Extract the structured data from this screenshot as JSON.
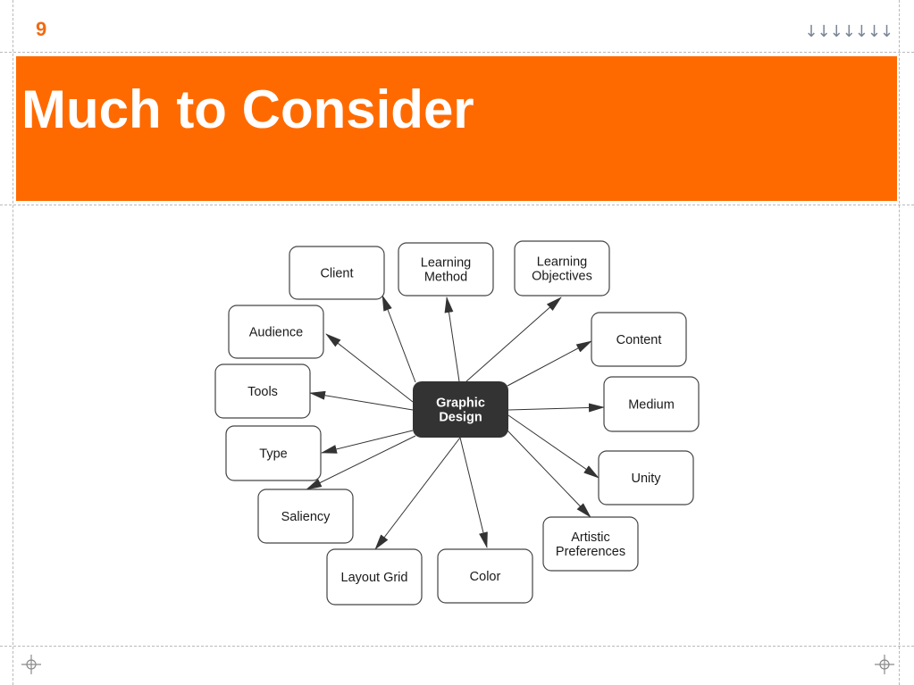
{
  "slide": {
    "number": "9",
    "nav_arrows": "↓↓↓↓↓↓↓",
    "title": "Much to Consider"
  },
  "diagram": {
    "center": {
      "lines": [
        "Graphic",
        "Design"
      ]
    },
    "nodes": [
      {
        "id": "client",
        "lines": [
          "Client"
        ]
      },
      {
        "id": "learning-method",
        "lines": [
          "Learning",
          "Method"
        ]
      },
      {
        "id": "learning-objectives",
        "lines": [
          "Learning",
          "Objectives"
        ]
      },
      {
        "id": "audience",
        "lines": [
          "Audience"
        ]
      },
      {
        "id": "content",
        "lines": [
          "Content"
        ]
      },
      {
        "id": "tools",
        "lines": [
          "Tools"
        ]
      },
      {
        "id": "medium",
        "lines": [
          "Medium"
        ]
      },
      {
        "id": "type",
        "lines": [
          "Type"
        ]
      },
      {
        "id": "unity",
        "lines": [
          "Unity"
        ]
      },
      {
        "id": "saliency",
        "lines": [
          "Saliency"
        ]
      },
      {
        "id": "artistic-preferences",
        "lines": [
          "Artistic",
          "Preferences"
        ]
      },
      {
        "id": "layout-grid",
        "lines": [
          "Layout Grid"
        ]
      },
      {
        "id": "color",
        "lines": [
          "Color"
        ]
      }
    ],
    "colors": {
      "center_fill": "#333333",
      "node_stroke": "#444444",
      "arrow": "#333333"
    }
  }
}
